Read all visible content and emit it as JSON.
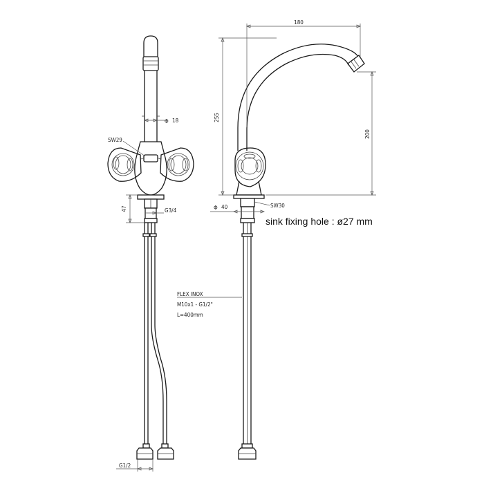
{
  "labels": {
    "width_180": "180",
    "height_255": "255",
    "height_200": "200",
    "phi": "Φ",
    "dia_18": "18",
    "dia_40": "40",
    "sw29": "SW29",
    "sw30": "SW30",
    "dim_47": "47",
    "g34": "G3/4",
    "g12": "G1/2",
    "sink_note": "sink fixing hole : ø27 mm",
    "flex_line1": "FLEX INOX",
    "flex_line2": "M10x1 - G1/2\"",
    "flex_line3": "L=400mm"
  },
  "colors": {
    "line": "#1a1a1a",
    "dimension": "#555555",
    "background": "#ffffff"
  }
}
